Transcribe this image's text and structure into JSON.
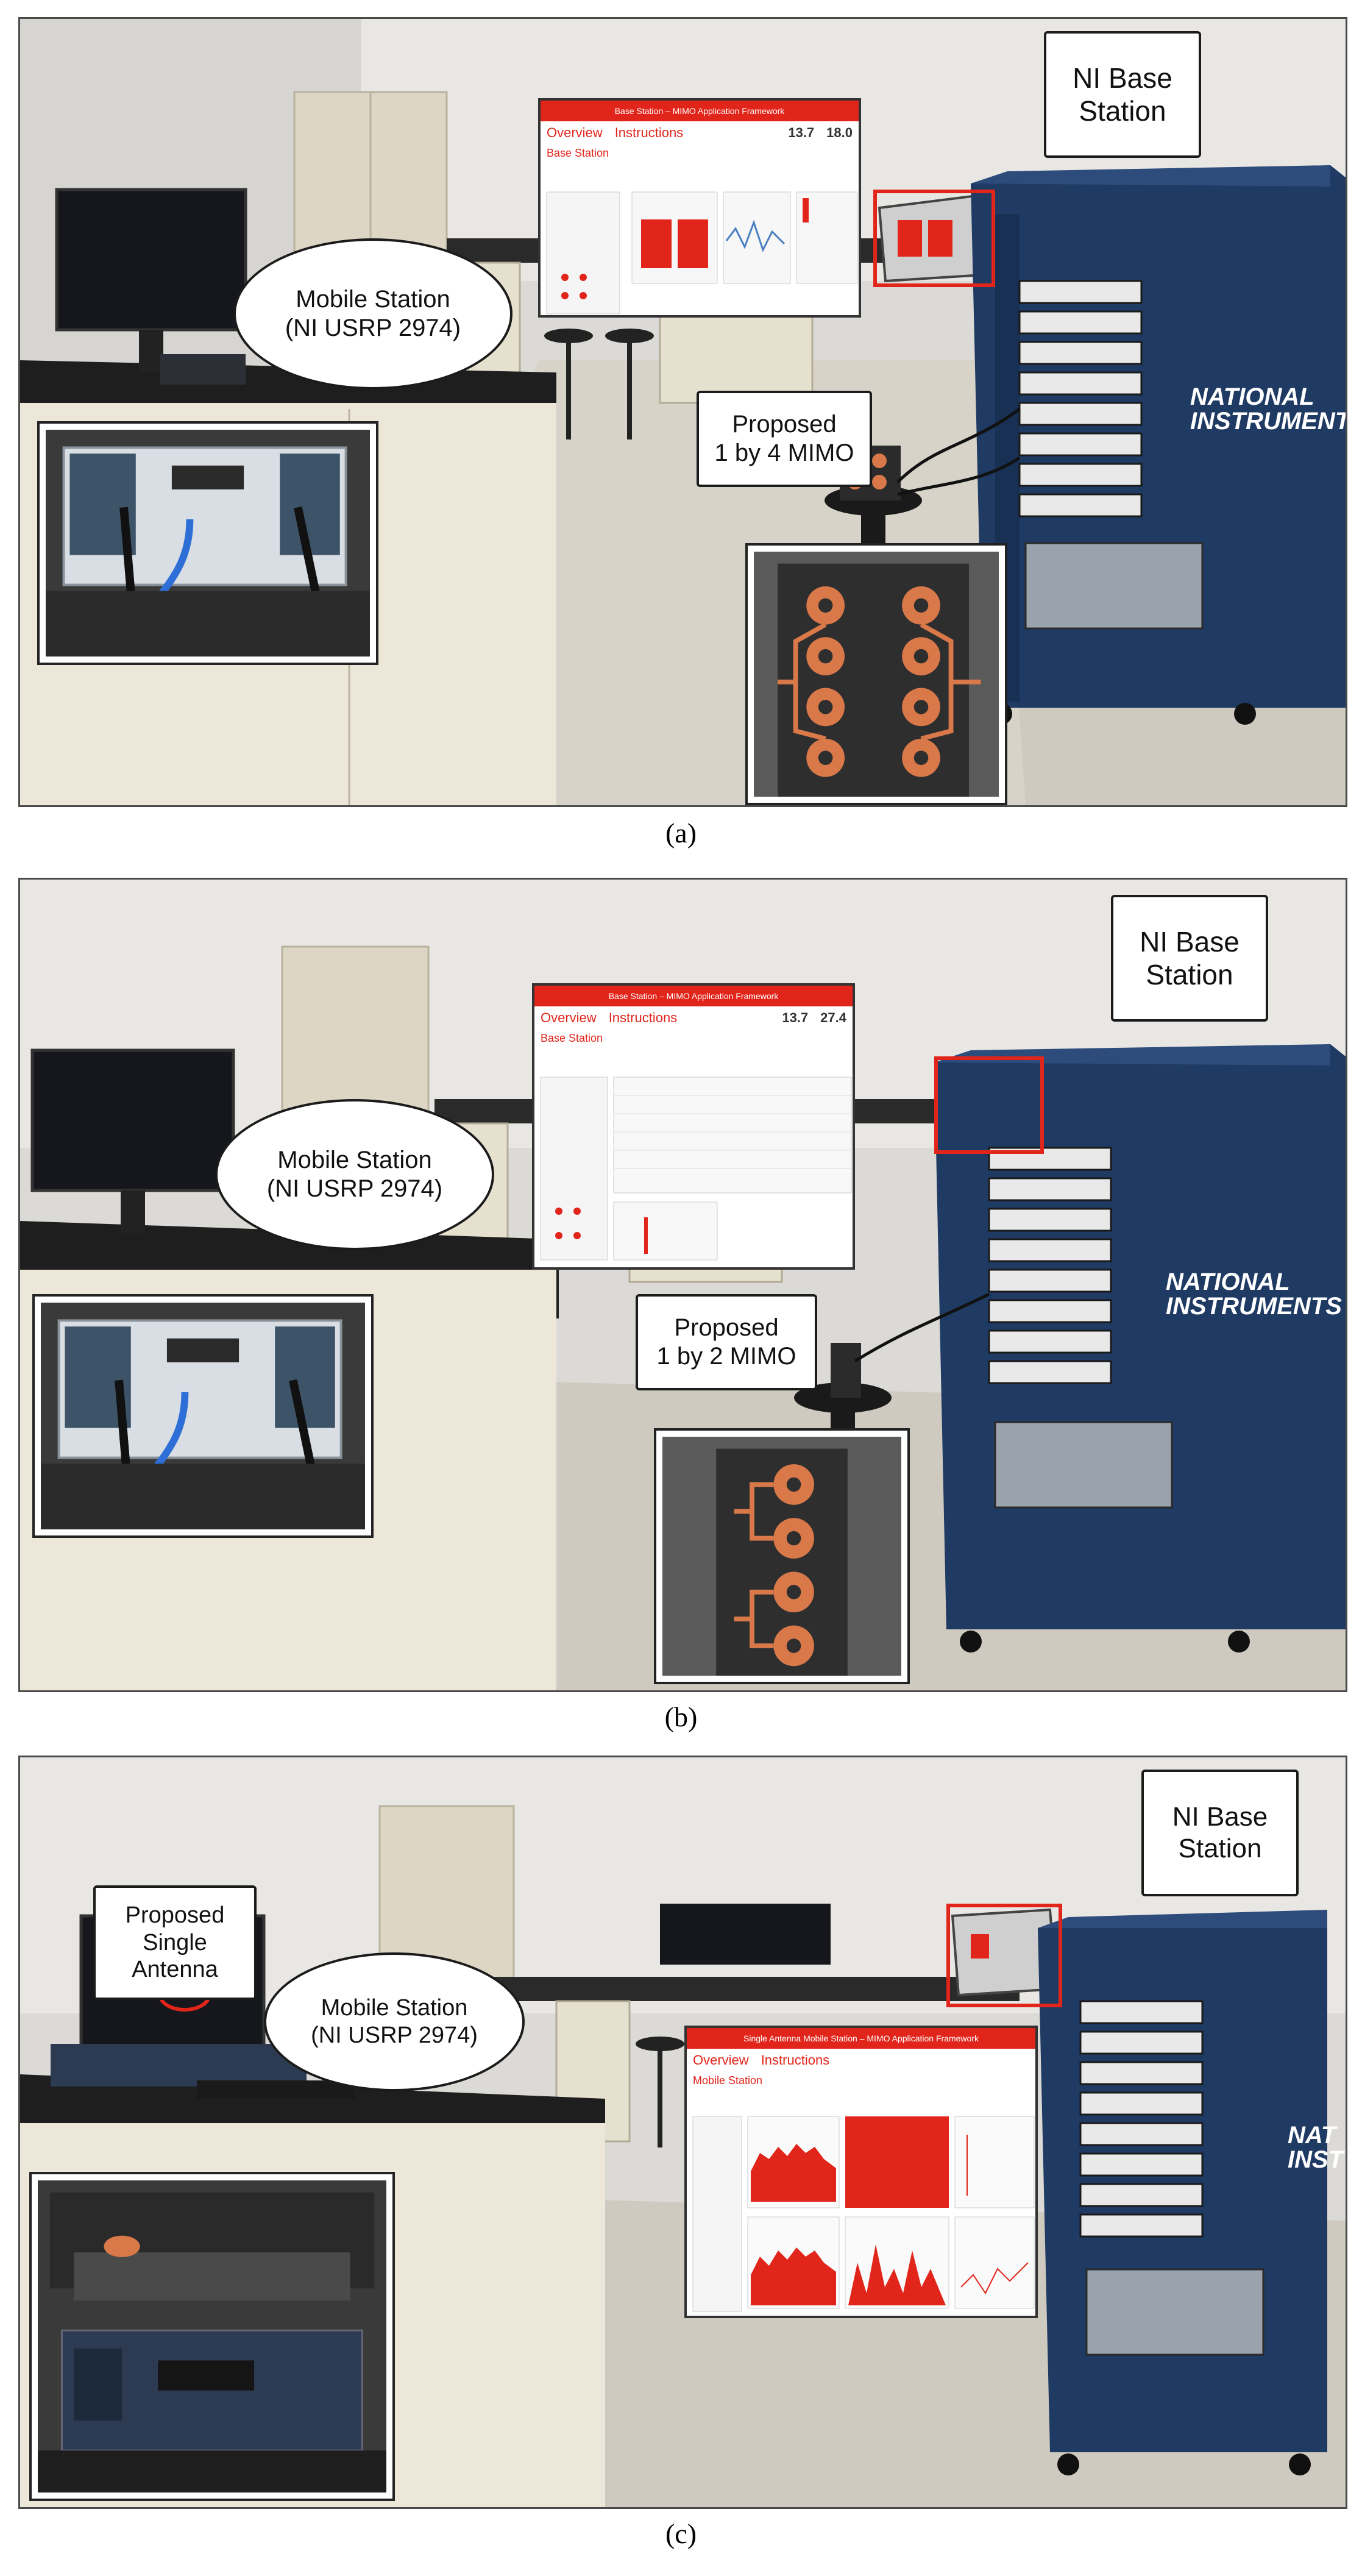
{
  "panels": [
    {
      "caption": "(a)",
      "caption_letter": "a",
      "callouts": {
        "base_station": "NI Base\nStation",
        "mobile_station": "Mobile Station\n(NI USRP 2974)",
        "antenna": "Proposed\n1 by 4 MIMO"
      },
      "screen": {
        "bar_title": "Base Station – MIMO Application Framework",
        "heading_left": "Overview",
        "heading_right": "Instructions",
        "section": "Base Station",
        "num1": "13.7",
        "num2": "18.0"
      },
      "logo": [
        "NATIONAL",
        "INSTRUMENTS"
      ]
    },
    {
      "caption": "(b)",
      "caption_letter": "b",
      "callouts": {
        "base_station": "NI Base\nStation",
        "mobile_station": "Mobile Station\n(NI USRP 2974)",
        "antenna": "Proposed\n1 by 2 MIMO"
      },
      "screen": {
        "bar_title": "Base Station – MIMO Application Framework",
        "heading_left": "Overview",
        "heading_right": "Instructions",
        "section": "Base Station",
        "num1": "13.7",
        "num2": "27.4"
      },
      "logo": [
        "NATIONAL",
        "INSTRUMENTS"
      ]
    },
    {
      "caption": "(c)",
      "caption_letter": "c",
      "callouts": {
        "base_station": "NI Base\nStation",
        "mobile_station": "Mobile Station\n(NI USRP 2974)",
        "antenna": "Proposed\nSingle\nAntenna"
      },
      "screen": {
        "bar_title": "Single Antenna Mobile Station – MIMO Application Framework",
        "heading_left": "Overview",
        "heading_right": "Instructions",
        "section": "Mobile Station"
      },
      "logo": [
        "NAT",
        "INST"
      ]
    }
  ],
  "colors": {
    "accent_red": "#e1251b",
    "cabinet_blue": "#1f3a63",
    "antenna_copper": "#d9794a"
  }
}
